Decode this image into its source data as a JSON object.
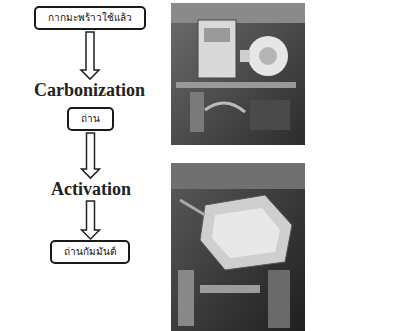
{
  "diagram": {
    "nodes": [
      {
        "text": [
          "กากมะพร้าวใช้แล้ว"
        ]
      },
      {
        "text": [
          "ถ่าน"
        ]
      },
      {
        "text": [
          "ถ่านกัมมันต์"
        ]
      }
    ],
    "edges": [
      {
        "from": 0,
        "to": 1,
        "arrow": "to",
        "label": "Carbonization"
      },
      {
        "from": 1,
        "to": 2,
        "arrow": "to",
        "label": "Activation"
      }
    ]
  }
}
